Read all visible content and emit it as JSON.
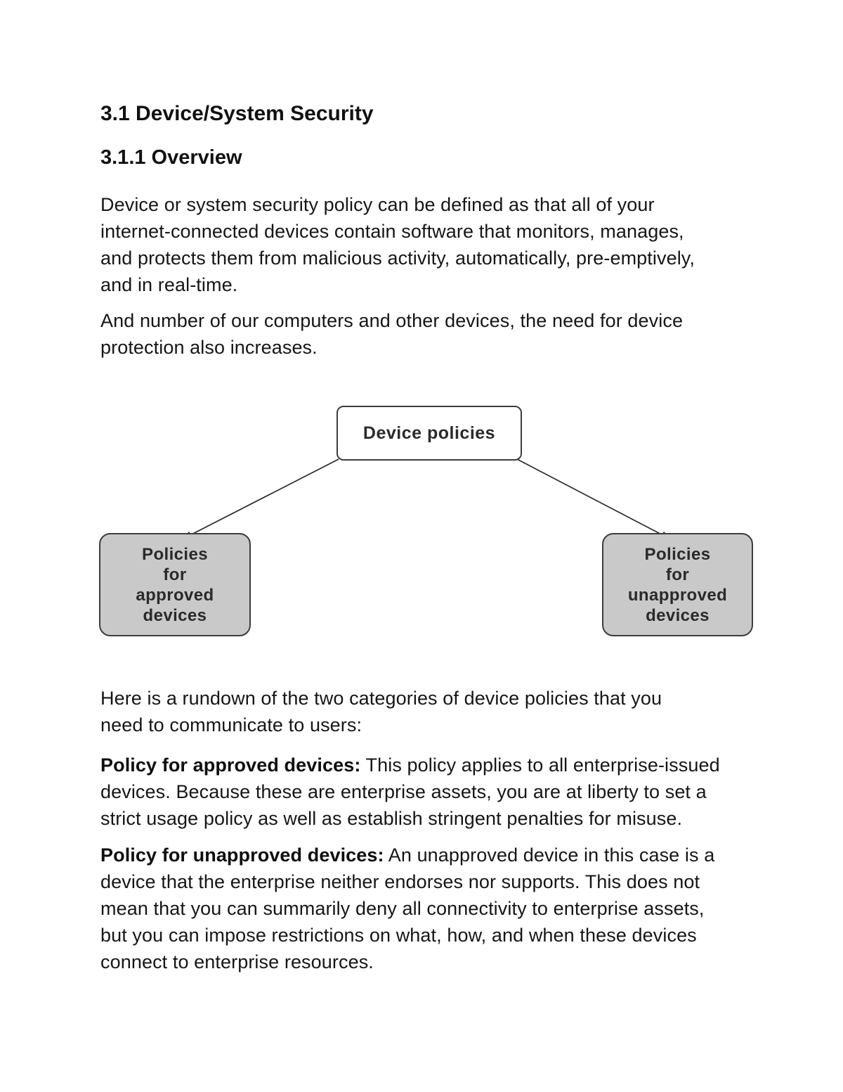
{
  "document": {
    "heading1": "3.1 Device/System Security",
    "heading2": "3.1.1 Overview",
    "paragraphs": {
      "overview1": "Device or system security policy can be defined as that all of your\ninternet-connected devices contain software that monitors, manages,\nand protects them from malicious activity, automatically, pre-emptively,\nand in real-time.",
      "overview2": "And number of our computers and other devices, the need for device\nprotection also increases.",
      "rundown": "Here is a rundown of the two categories of device policies that you\nneed to communicate to users:",
      "approved_lead": "Policy for approved devices:",
      "approved_rest": " This policy applies to all enterprise-issued\ndevices. Because these are enterprise assets, you are at liberty to set a\nstrict usage policy as well as establish stringent penalties for misuse.",
      "unapproved_lead": "Policy for unapproved devices:",
      "unapproved_rest": " An unapproved device in this case is a\ndevice that the enterprise neither endorses nor supports. This does not\nmean that you can summarily deny all connectivity to enterprise assets,\nbut you can impose restrictions on what, how, and when these devices\nconnect to enterprise resources."
    }
  },
  "diagram": {
    "root_label": "Device policies",
    "left_label": "Policies\nfor\napproved\ndevices",
    "right_label": "Policies\nfor\nunapproved\ndevices"
  },
  "theme": {
    "box-fill": "#c9c9c9",
    "box-border": "#3d3d3d",
    "arrow-color": "#2b2b2b"
  }
}
